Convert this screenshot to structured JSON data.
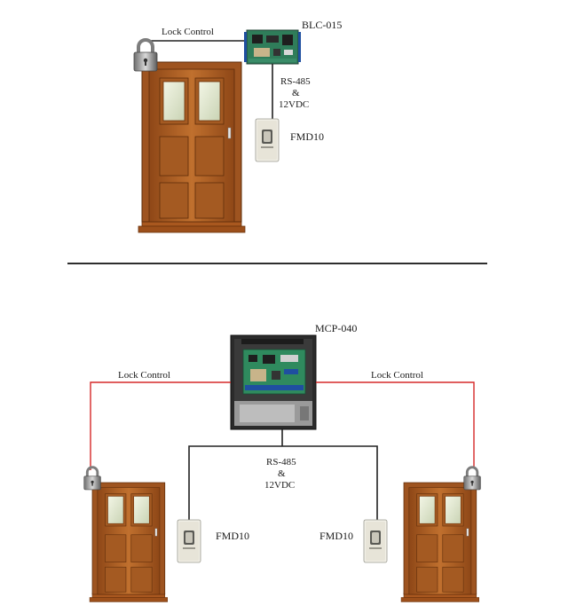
{
  "top": {
    "lock_label": "Lock Control",
    "controller_label": "BLC-015",
    "bus_label": [
      "RS-485",
      "&",
      "12VDC"
    ],
    "reader_label": "FMD10"
  },
  "bottom": {
    "controller_label": "MCP-040",
    "lock_label_left": "Lock Control",
    "lock_label_right": "Lock Control",
    "bus_label": [
      "RS-485",
      "&",
      "12VDC"
    ],
    "reader_label_left": "FMD10",
    "reader_label_right": "FMD10"
  },
  "colors": {
    "door": "#b5652a",
    "door_dark": "#7a3d12",
    "lock_wire": "#d62828",
    "wire": "#222222",
    "divider": "#111111"
  }
}
